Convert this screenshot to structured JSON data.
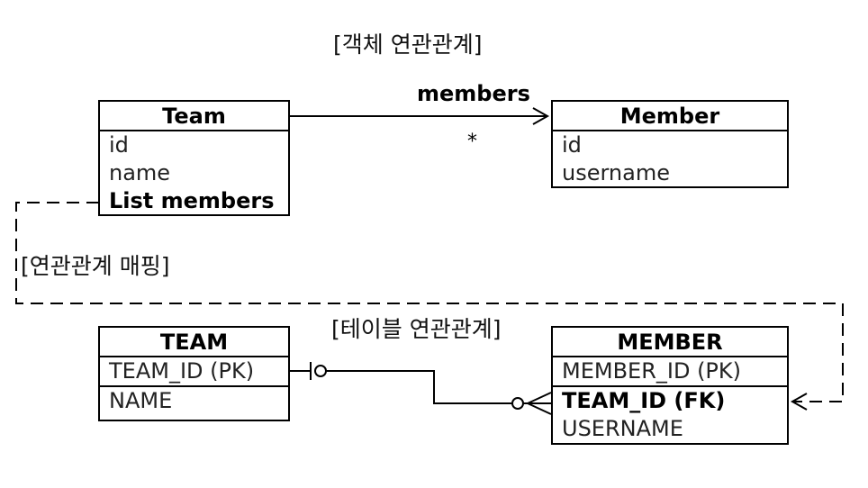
{
  "titles": {
    "object_relation": "[객체 연관관계]",
    "mapping": "[연관관계 매핑]",
    "table_relation": "[테이블 연관관계]"
  },
  "object_model": {
    "team": {
      "name": "Team",
      "fields": [
        "id",
        "name"
      ],
      "relation_field": "List members"
    },
    "member": {
      "name": "Member",
      "fields": [
        "id",
        "username"
      ]
    },
    "association": {
      "role": "members",
      "multiplicity": "*"
    }
  },
  "table_model": {
    "team": {
      "name": "TEAM",
      "pk": "TEAM_ID (PK)",
      "columns": [
        "NAME"
      ]
    },
    "member": {
      "name": "MEMBER",
      "pk": "MEMBER_ID (PK)",
      "fk": "TEAM_ID (FK)",
      "columns": [
        "USERNAME"
      ]
    }
  }
}
